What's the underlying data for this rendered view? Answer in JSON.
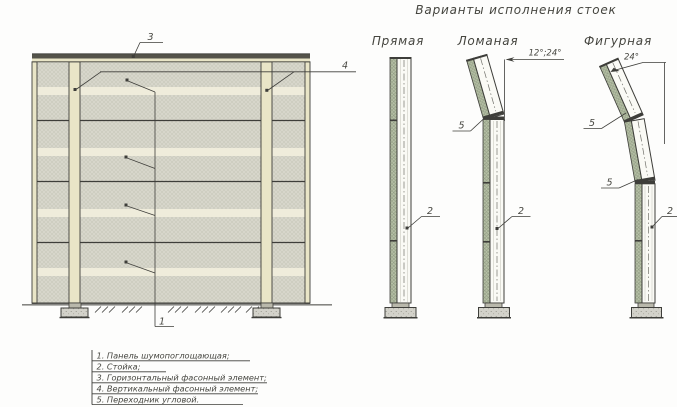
{
  "title": "Варианты исполнения стоек",
  "variants": [
    {
      "label": "Прямая"
    },
    {
      "label": "Ломаная",
      "angle": "12°;24°"
    },
    {
      "label": "Фигурная",
      "angle": "24°"
    }
  ],
  "callouts": {
    "panel": "1",
    "post": "2",
    "horizontal_element": "3",
    "vertical_element": "4",
    "adapter": "5"
  },
  "legend": {
    "items": [
      "1. Панель шумопоглощающая;",
      "2. Стойка;",
      "3. Горизонтальный фасонный элемент;",
      "4. Вертикальный фасонный элемент;",
      "5. Переходник угловой."
    ]
  },
  "colors": {
    "line": "#3e3e3a",
    "panel_fill": "#d7d6cb",
    "panel_stripe": "#efecdb",
    "trim_cream": "#e9e5c7",
    "fascia_dark": "#54534a",
    "panel_side_green": "#b5bfa5",
    "concrete": "#d3d2ca",
    "text": "#45453f"
  }
}
